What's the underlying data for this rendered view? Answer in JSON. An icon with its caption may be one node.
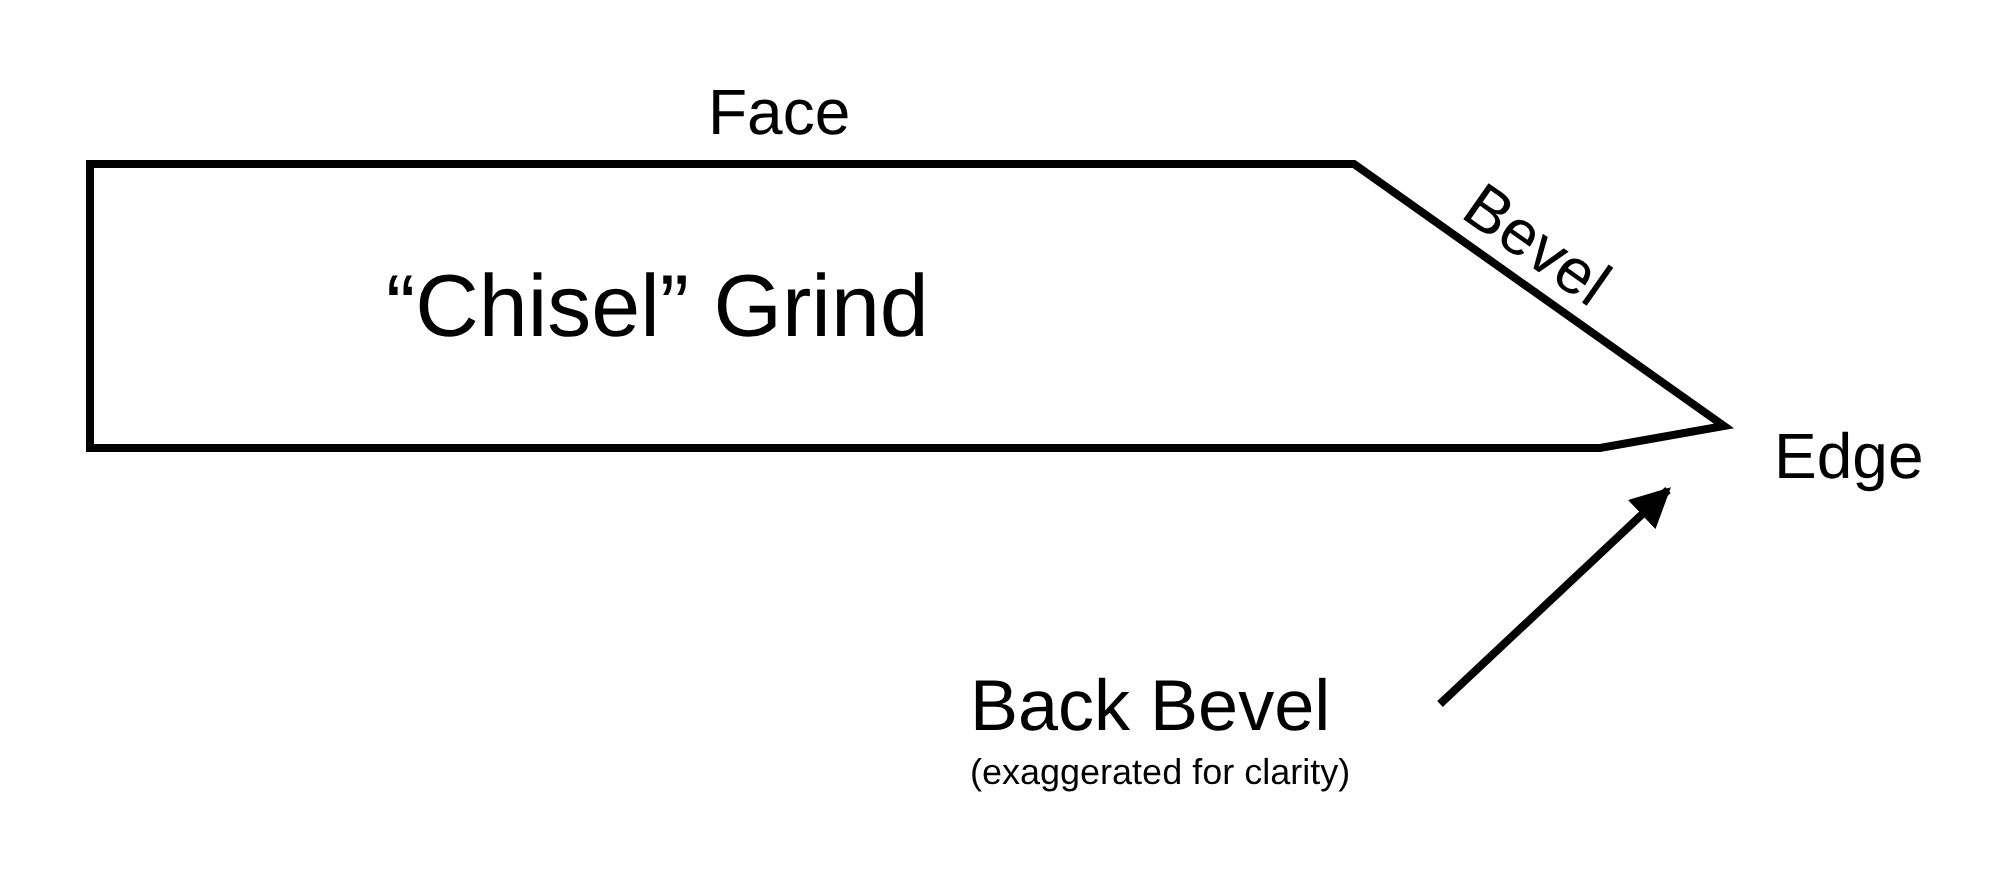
{
  "diagram": {
    "nodes": [
      {
        "text": [
          "“Chisel” Grind"
        ]
      },
      {
        "text": [
          "Back Bevel",
          "(exaggerated for clarity)"
        ]
      }
    ],
    "edges": [
      {
        "from": 1,
        "to": 0,
        "arrow": "to"
      }
    ],
    "labels": [
      "Face",
      "Bevel",
      "Edge"
    ]
  }
}
